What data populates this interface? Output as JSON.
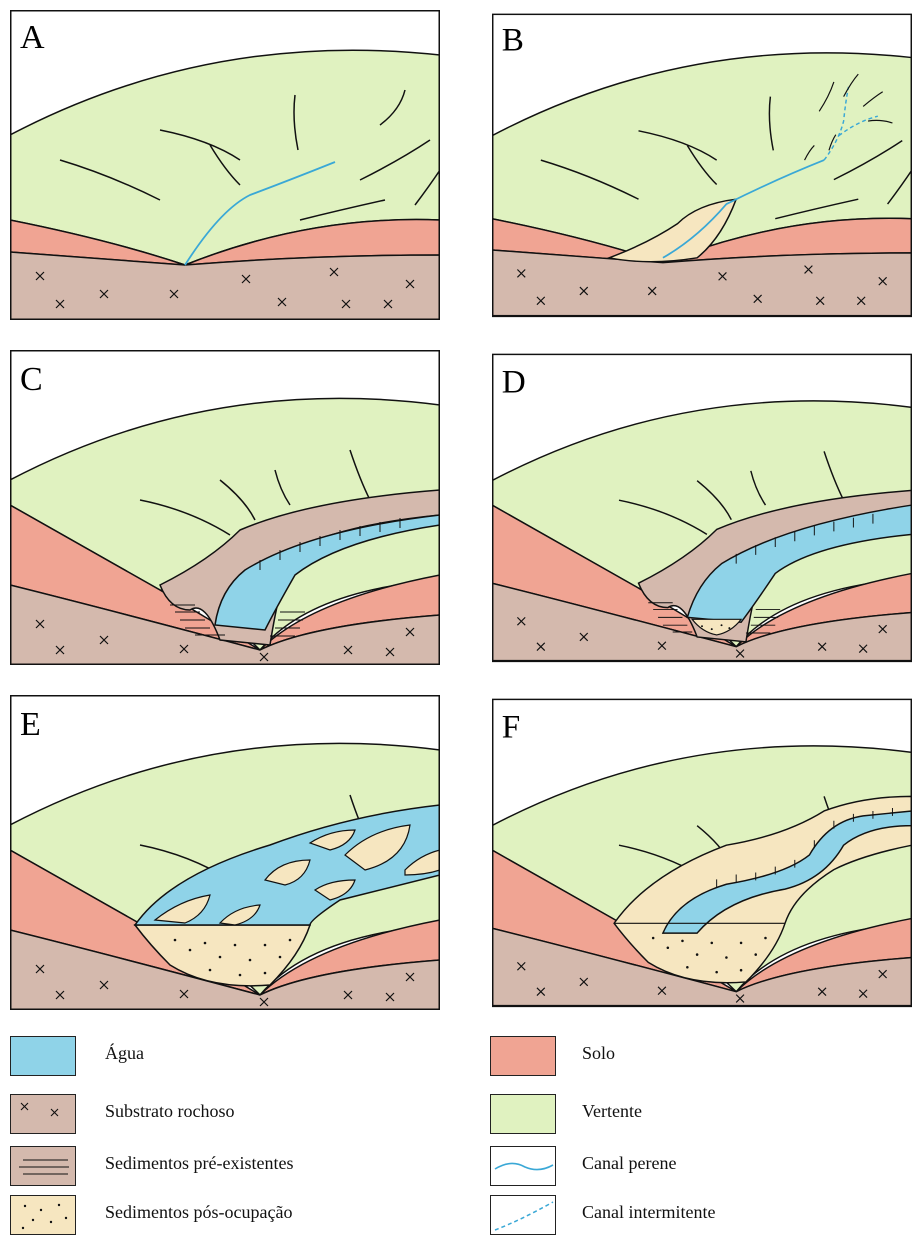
{
  "panels": [
    {
      "id": "A",
      "label": "A"
    },
    {
      "id": "B",
      "label": "B"
    },
    {
      "id": "C",
      "label": "C"
    },
    {
      "id": "D",
      "label": "D"
    },
    {
      "id": "E",
      "label": "E"
    },
    {
      "id": "F",
      "label": "F"
    }
  ],
  "legend": {
    "agua": "Água",
    "substrato": "Substrato rochoso",
    "sed_pre": "Sedimentos pré-existentes",
    "sed_pos": "Sedimentos pós-ocupação",
    "solo": "Solo",
    "vertente": "Vertente",
    "canal_perene": "Canal perene",
    "canal_intermitente": "Canal intermitente"
  },
  "colors": {
    "agua": "#8fd3e8",
    "substrato": "#d4b9ad",
    "solo": "#f0a493",
    "vertente": "#e0f2c0",
    "sedimento": "#f6e6c0",
    "canal": "#3aa8d6",
    "outline": "#111111"
  }
}
